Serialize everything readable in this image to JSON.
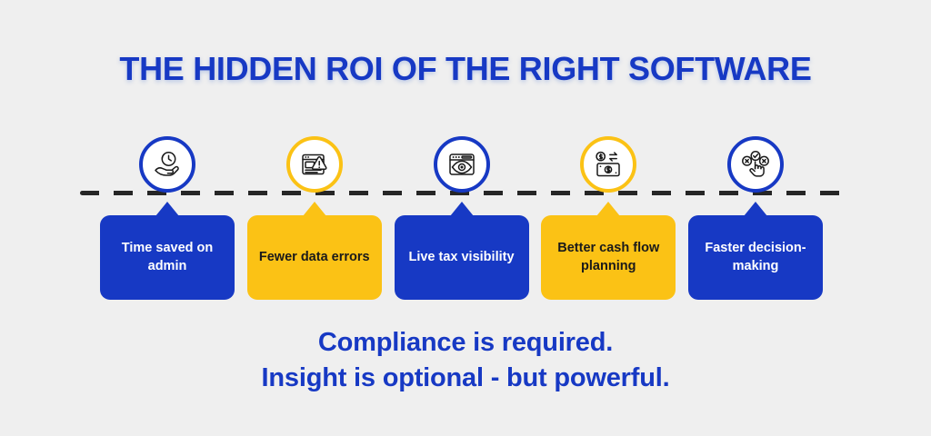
{
  "colors": {
    "background": "#efefef",
    "blue": "#1739c4",
    "yellow": "#fbc215",
    "dashed_line": "#262626",
    "blue_text_on_card": "#ffffff",
    "dark_text_on_card": "#1a1a1a"
  },
  "title": "THE HIDDEN ROI OF THE RIGHT SOFTWARE",
  "benefits": [
    {
      "label": "Time saved on admin",
      "color": "blue",
      "icon": "hand-holding-clock-icon"
    },
    {
      "label": "Fewer data errors",
      "color": "yellow",
      "icon": "document-warning-icon"
    },
    {
      "label": "Live tax visibility",
      "color": "blue",
      "icon": "browser-eye-icon"
    },
    {
      "label": "Better cash flow planning",
      "color": "yellow",
      "icon": "money-exchange-icon"
    },
    {
      "label": "Faster decision-making",
      "color": "blue",
      "icon": "hand-choice-check-icon"
    }
  ],
  "tagline": {
    "line1": "Compliance is required.",
    "line2": "Insight is optional - but powerful."
  }
}
